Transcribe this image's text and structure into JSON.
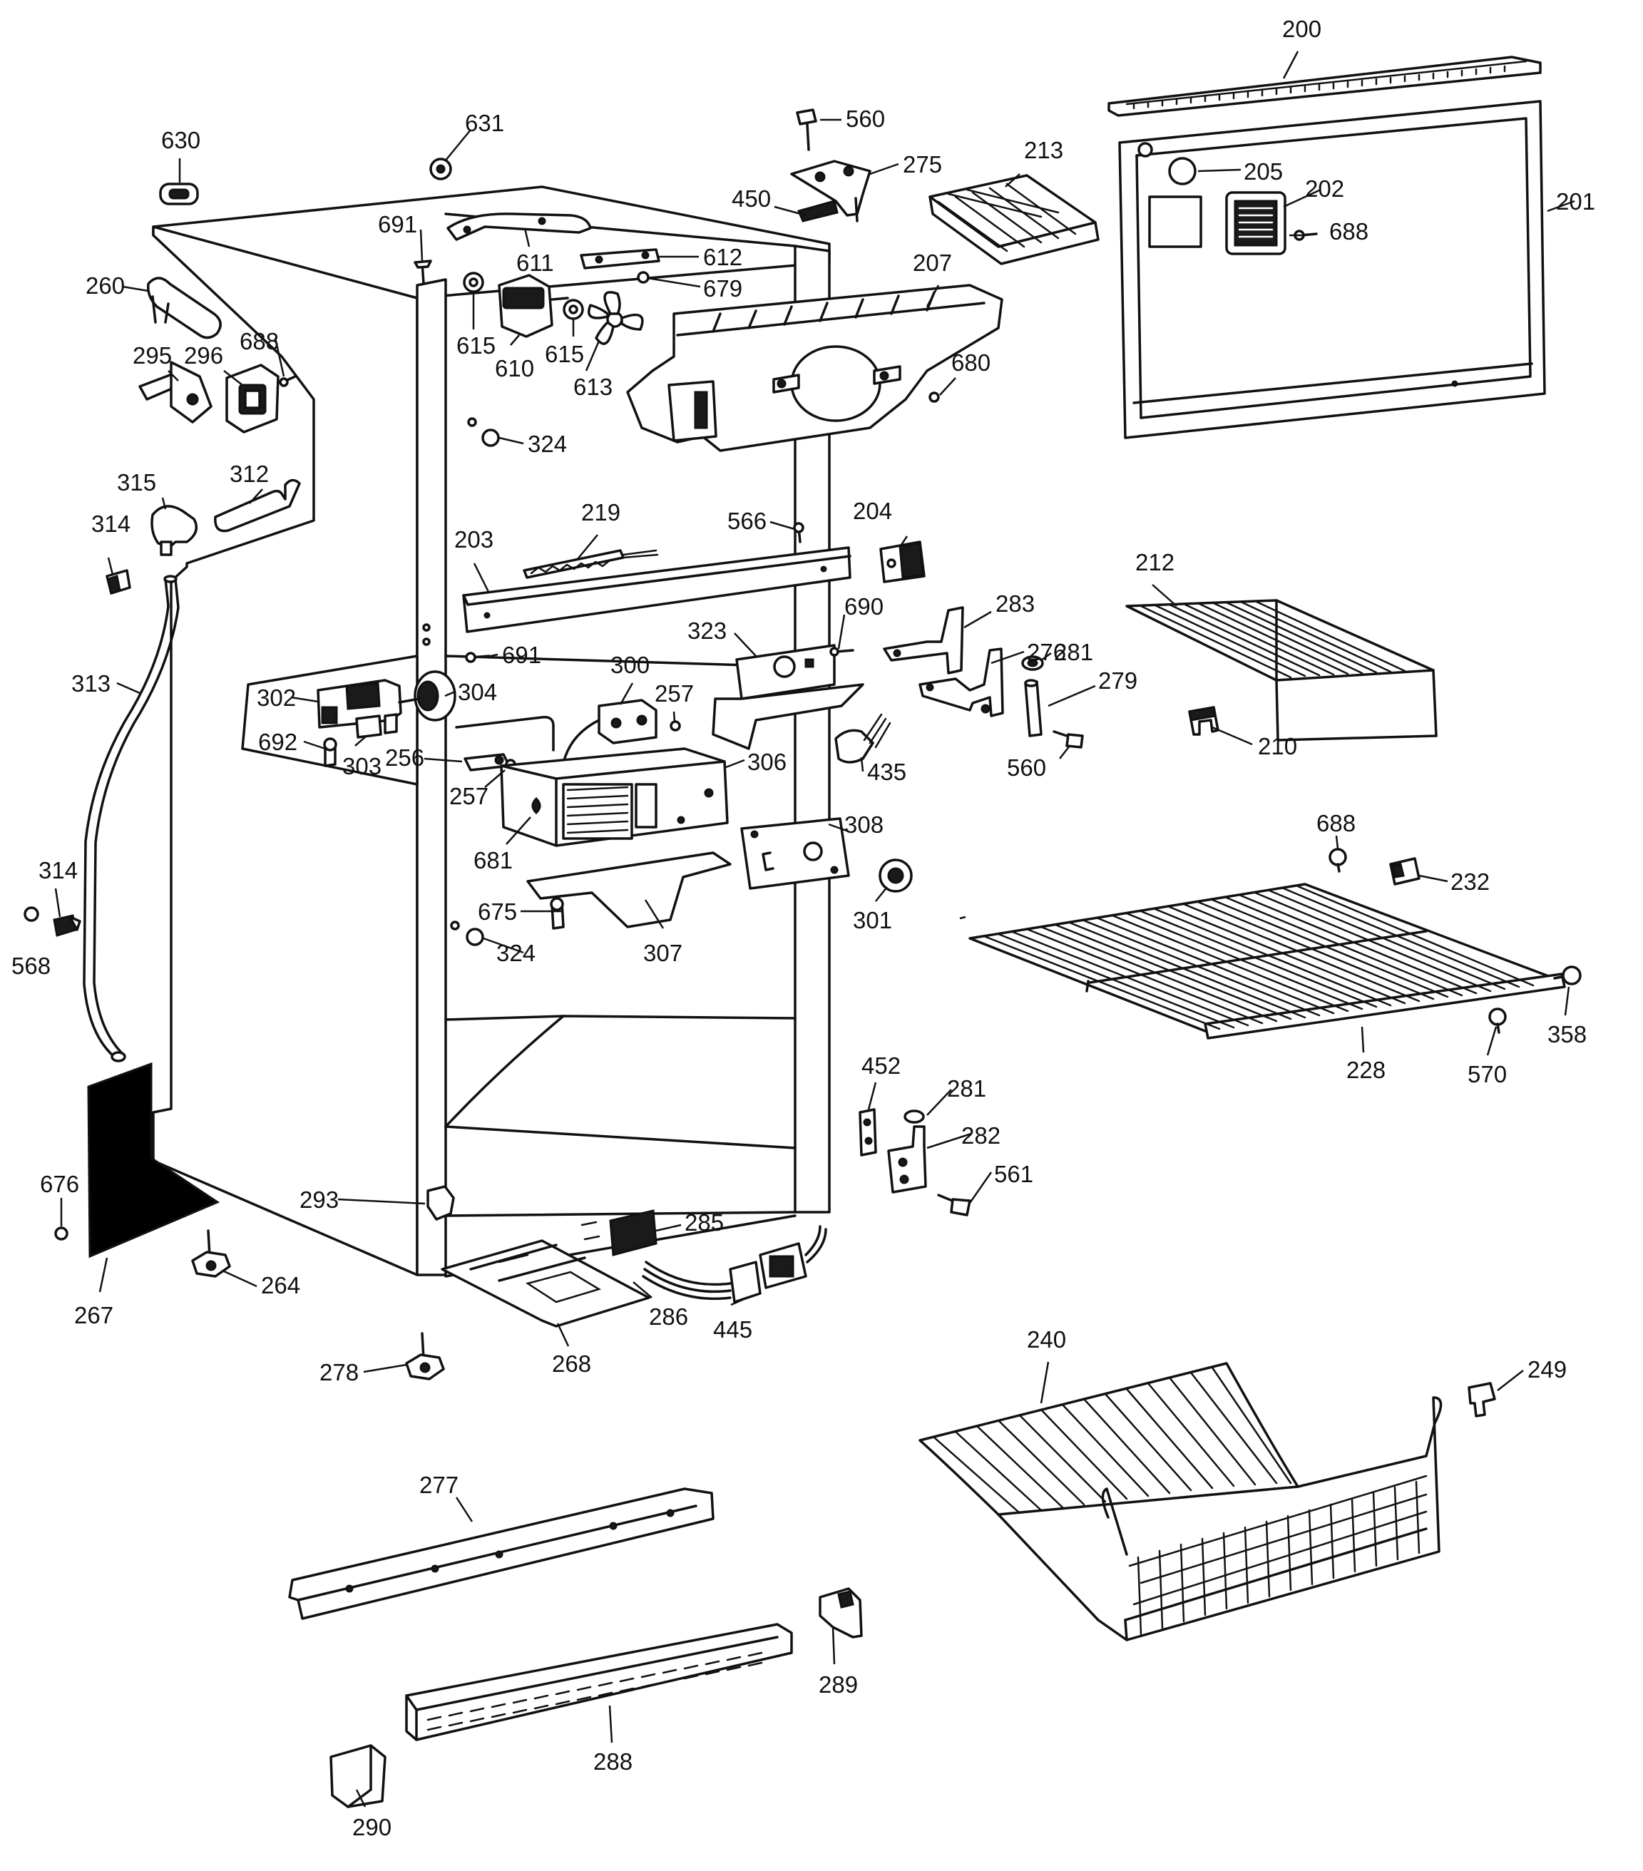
{
  "callouts": [
    {
      "id": "200",
      "label": "200"
    },
    {
      "id": "201",
      "label": "201"
    },
    {
      "id": "202",
      "label": "202"
    },
    {
      "id": "203",
      "label": "203"
    },
    {
      "id": "204",
      "label": "204"
    },
    {
      "id": "205",
      "label": "205"
    },
    {
      "id": "207",
      "label": "207"
    },
    {
      "id": "210",
      "label": "210"
    },
    {
      "id": "212",
      "label": "212"
    },
    {
      "id": "213",
      "label": "213"
    },
    {
      "id": "219",
      "label": "219"
    },
    {
      "id": "228",
      "label": "228"
    },
    {
      "id": "232",
      "label": "232"
    },
    {
      "id": "240",
      "label": "240"
    },
    {
      "id": "249",
      "label": "249"
    },
    {
      "id": "256",
      "label": "256"
    },
    {
      "id": "257a",
      "label": "257"
    },
    {
      "id": "257b",
      "label": "257"
    },
    {
      "id": "260",
      "label": "260"
    },
    {
      "id": "264",
      "label": "264"
    },
    {
      "id": "267",
      "label": "267"
    },
    {
      "id": "268",
      "label": "268"
    },
    {
      "id": "275",
      "label": "275"
    },
    {
      "id": "276",
      "label": "276"
    },
    {
      "id": "277",
      "label": "277"
    },
    {
      "id": "278",
      "label": "278"
    },
    {
      "id": "279",
      "label": "279"
    },
    {
      "id": "281a",
      "label": "281"
    },
    {
      "id": "281b",
      "label": "281"
    },
    {
      "id": "282",
      "label": "282"
    },
    {
      "id": "283",
      "label": "283"
    },
    {
      "id": "285",
      "label": "285"
    },
    {
      "id": "286",
      "label": "286"
    },
    {
      "id": "288",
      "label": "288"
    },
    {
      "id": "289",
      "label": "289"
    },
    {
      "id": "290",
      "label": "290"
    },
    {
      "id": "293",
      "label": "293"
    },
    {
      "id": "295",
      "label": "295"
    },
    {
      "id": "296",
      "label": "296"
    },
    {
      "id": "300",
      "label": "300"
    },
    {
      "id": "301",
      "label": "301"
    },
    {
      "id": "302",
      "label": "302"
    },
    {
      "id": "303",
      "label": "303"
    },
    {
      "id": "304",
      "label": "304"
    },
    {
      "id": "306",
      "label": "306"
    },
    {
      "id": "307",
      "label": "307"
    },
    {
      "id": "308",
      "label": "308"
    },
    {
      "id": "312",
      "label": "312"
    },
    {
      "id": "313",
      "label": "313"
    },
    {
      "id": "314a",
      "label": "314"
    },
    {
      "id": "314b",
      "label": "314"
    },
    {
      "id": "315",
      "label": "315"
    },
    {
      "id": "323",
      "label": "323"
    },
    {
      "id": "324a",
      "label": "324"
    },
    {
      "id": "324b",
      "label": "324"
    },
    {
      "id": "358",
      "label": "358"
    },
    {
      "id": "435",
      "label": "435"
    },
    {
      "id": "445",
      "label": "445"
    },
    {
      "id": "450",
      "label": "450"
    },
    {
      "id": "452",
      "label": "452"
    },
    {
      "id": "560a",
      "label": "560"
    },
    {
      "id": "560b",
      "label": "560"
    },
    {
      "id": "561",
      "label": "561"
    },
    {
      "id": "566",
      "label": "566"
    },
    {
      "id": "568",
      "label": "568"
    },
    {
      "id": "570",
      "label": "570"
    },
    {
      "id": "610",
      "label": "610"
    },
    {
      "id": "611",
      "label": "611"
    },
    {
      "id": "612",
      "label": "612"
    },
    {
      "id": "613",
      "label": "613"
    },
    {
      "id": "615a",
      "label": "615"
    },
    {
      "id": "615b",
      "label": "615"
    },
    {
      "id": "630",
      "label": "630"
    },
    {
      "id": "631",
      "label": "631"
    },
    {
      "id": "675",
      "label": "675"
    },
    {
      "id": "676",
      "label": "676"
    },
    {
      "id": "679",
      "label": "679"
    },
    {
      "id": "680",
      "label": "680"
    },
    {
      "id": "681",
      "label": "681"
    },
    {
      "id": "688a",
      "label": "688"
    },
    {
      "id": "688b",
      "label": "688"
    },
    {
      "id": "688c",
      "label": "688"
    },
    {
      "id": "690",
      "label": "690"
    },
    {
      "id": "691a",
      "label": "691"
    },
    {
      "id": "691b",
      "label": "691"
    },
    {
      "id": "692",
      "label": "692"
    }
  ]
}
